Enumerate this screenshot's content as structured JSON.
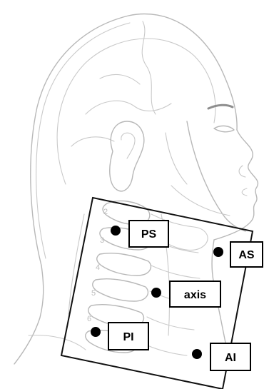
{
  "diagram": {
    "subject": "lateral head and neck outline with cervical spine",
    "line_color": "#b8b8b8",
    "frame_color": "#111111",
    "vertebra_numbers": [
      "2",
      "3",
      "4",
      "5",
      "6"
    ],
    "markers": [
      {
        "id": "ps",
        "label": "PS"
      },
      {
        "id": "as",
        "label": "AS"
      },
      {
        "id": "axis",
        "label": "axis"
      },
      {
        "id": "pi",
        "label": "PI"
      },
      {
        "id": "ai",
        "label": "AI"
      }
    ]
  }
}
